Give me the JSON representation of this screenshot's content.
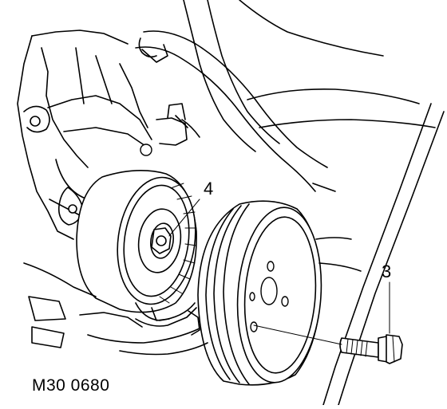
{
  "diagram": {
    "reference_code": "M30 0680",
    "callouts": [
      {
        "id": "4"
      },
      {
        "id": "3"
      }
    ]
  }
}
